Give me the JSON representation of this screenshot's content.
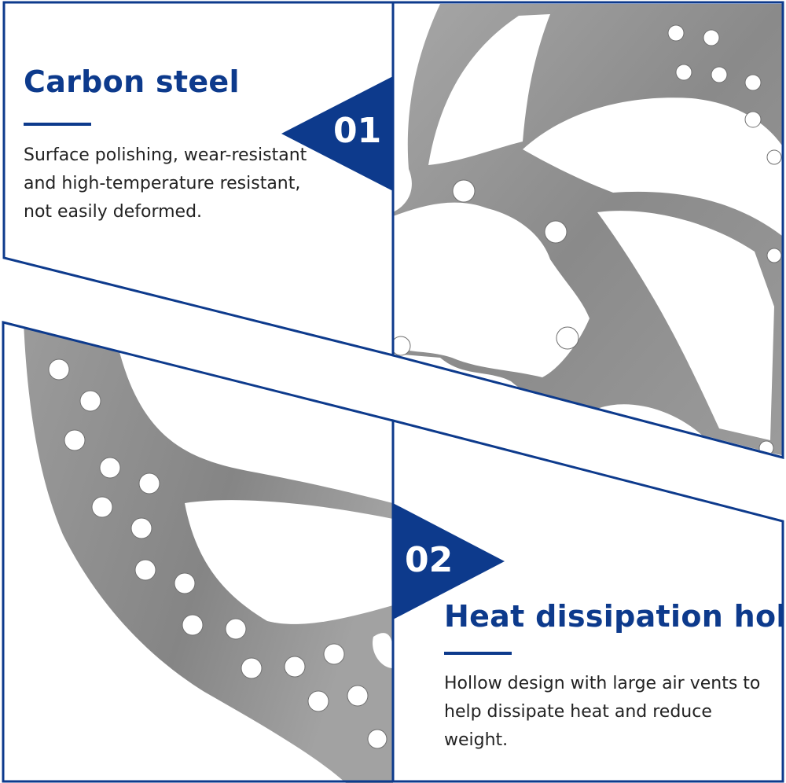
{
  "colors": {
    "accent": "#0d3a8c",
    "steel": "#8f8f8f",
    "text": "#222222",
    "background": "#ffffff"
  },
  "feature_1": {
    "badge": "01",
    "title": "Carbon steel",
    "description": "Surface polishing, wear-resistant and high-temperature resistant, not easily deformed."
  },
  "feature_2": {
    "badge": "02",
    "title": "Heat dissipation hole",
    "description": "Hollow design with large air vents to help dissipate heat and reduce weight."
  }
}
